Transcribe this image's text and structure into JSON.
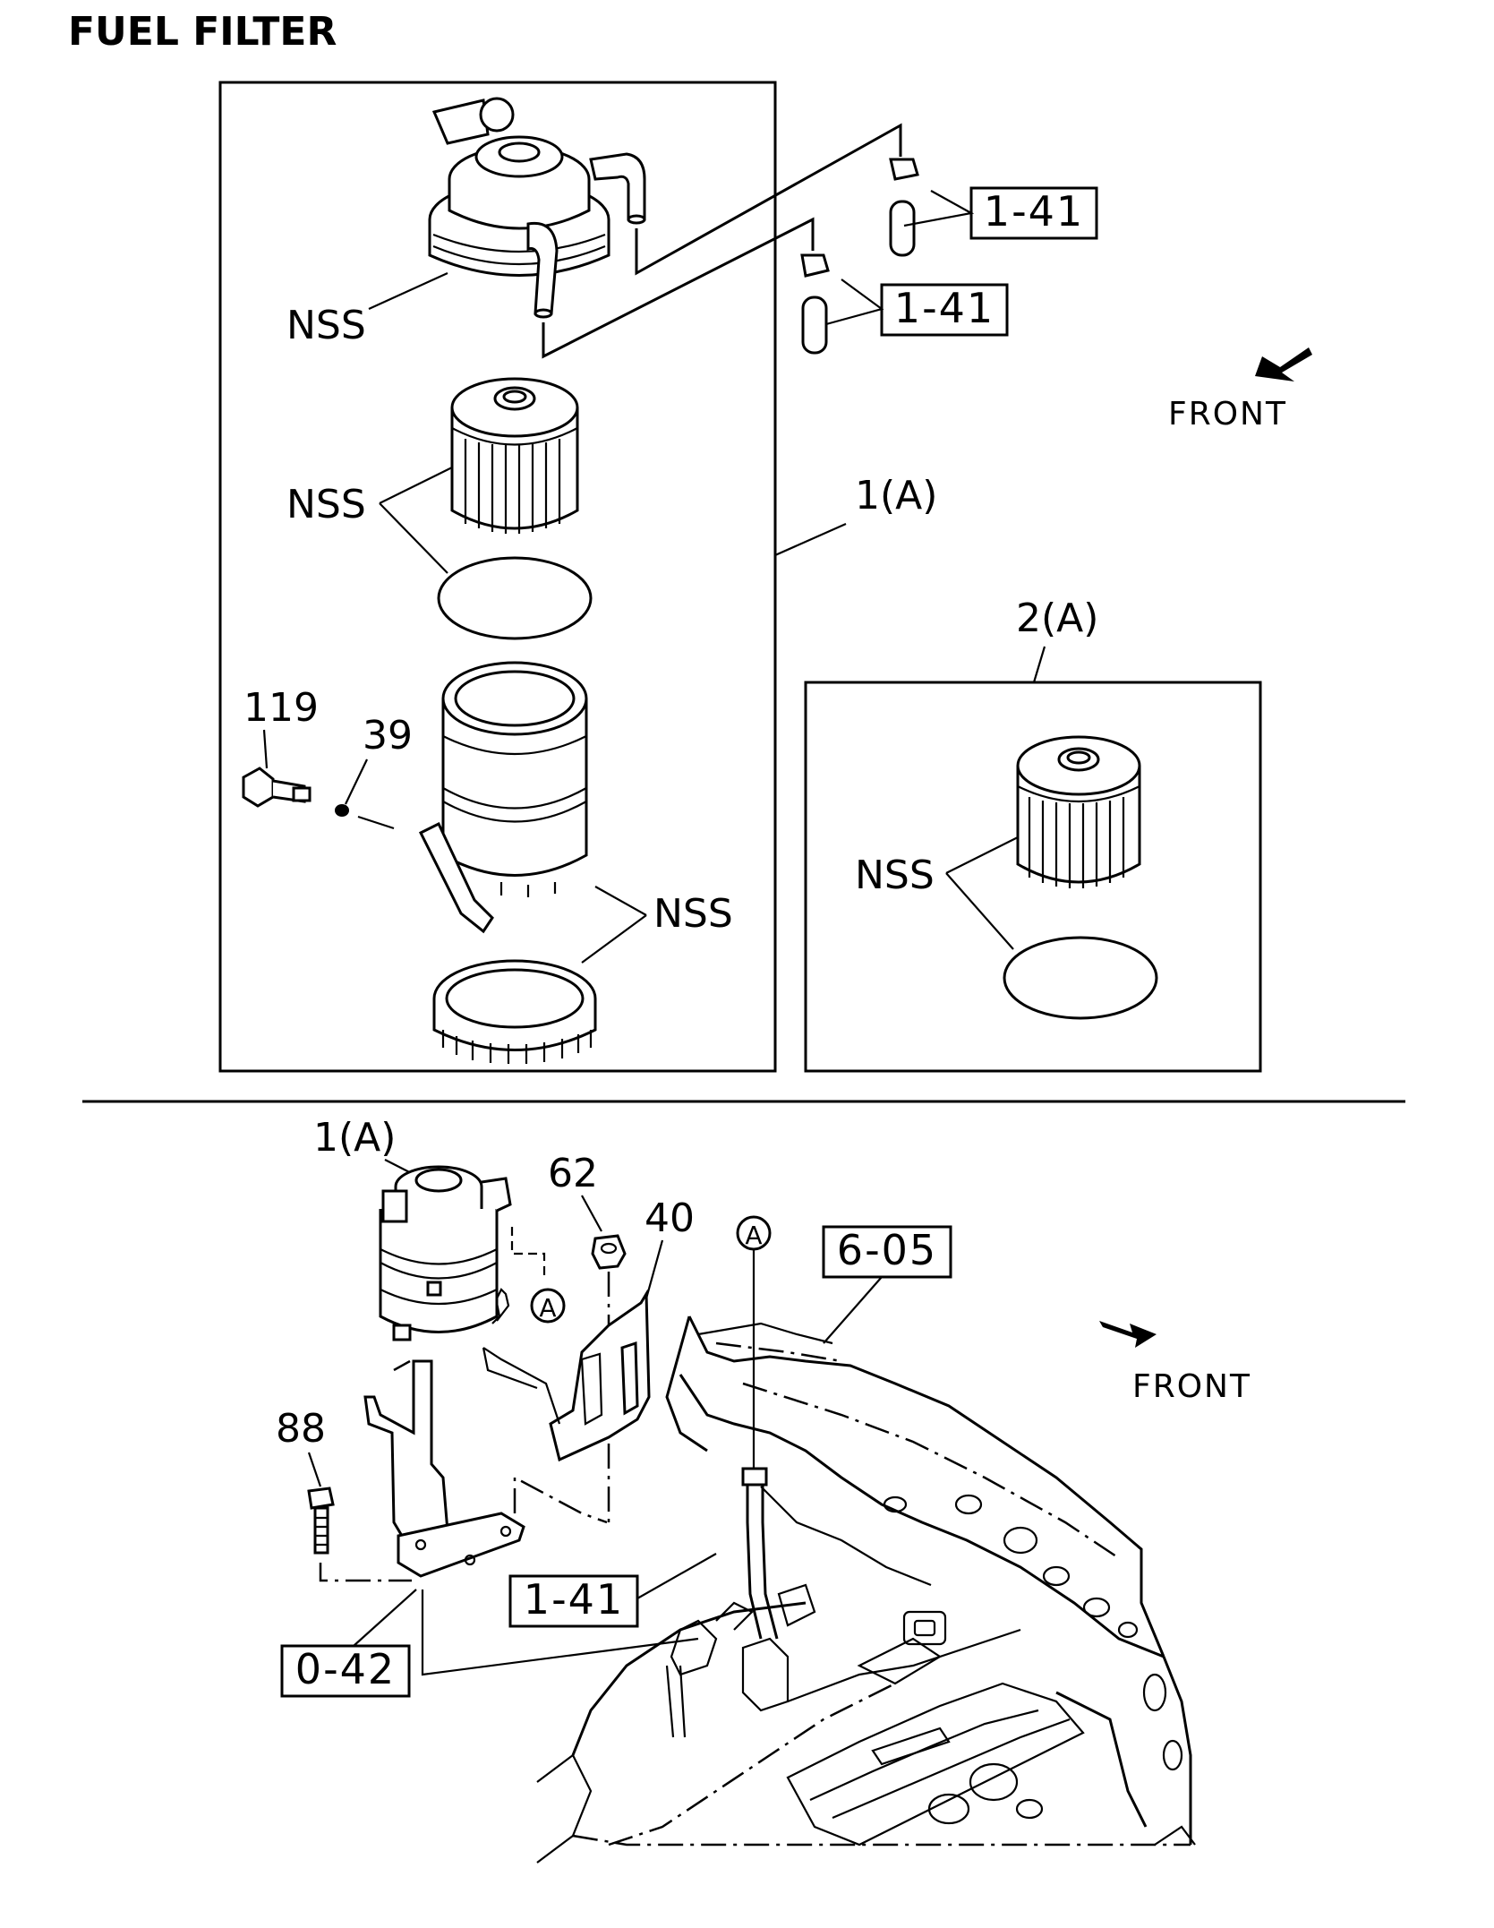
{
  "title": "FUEL FILTER",
  "front_label": "FRONT",
  "top_section": {
    "box1_label": "1(A)",
    "box2_label": "2(A)",
    "nss": "NSS",
    "callouts": {
      "part_119": "119",
      "part_39": "39"
    },
    "refs": {
      "pipe_ref_upper": "1-41",
      "pipe_ref_lower": "1-41"
    }
  },
  "bottom_section": {
    "assembly_label": "1(A)",
    "connector_label": "A",
    "callouts": {
      "part_62": "62",
      "part_40": "40",
      "part_88": "88"
    },
    "refs": {
      "frame_ref": "6-05",
      "pipe_ref": "1-41",
      "bracket_ref": "0-42"
    }
  }
}
